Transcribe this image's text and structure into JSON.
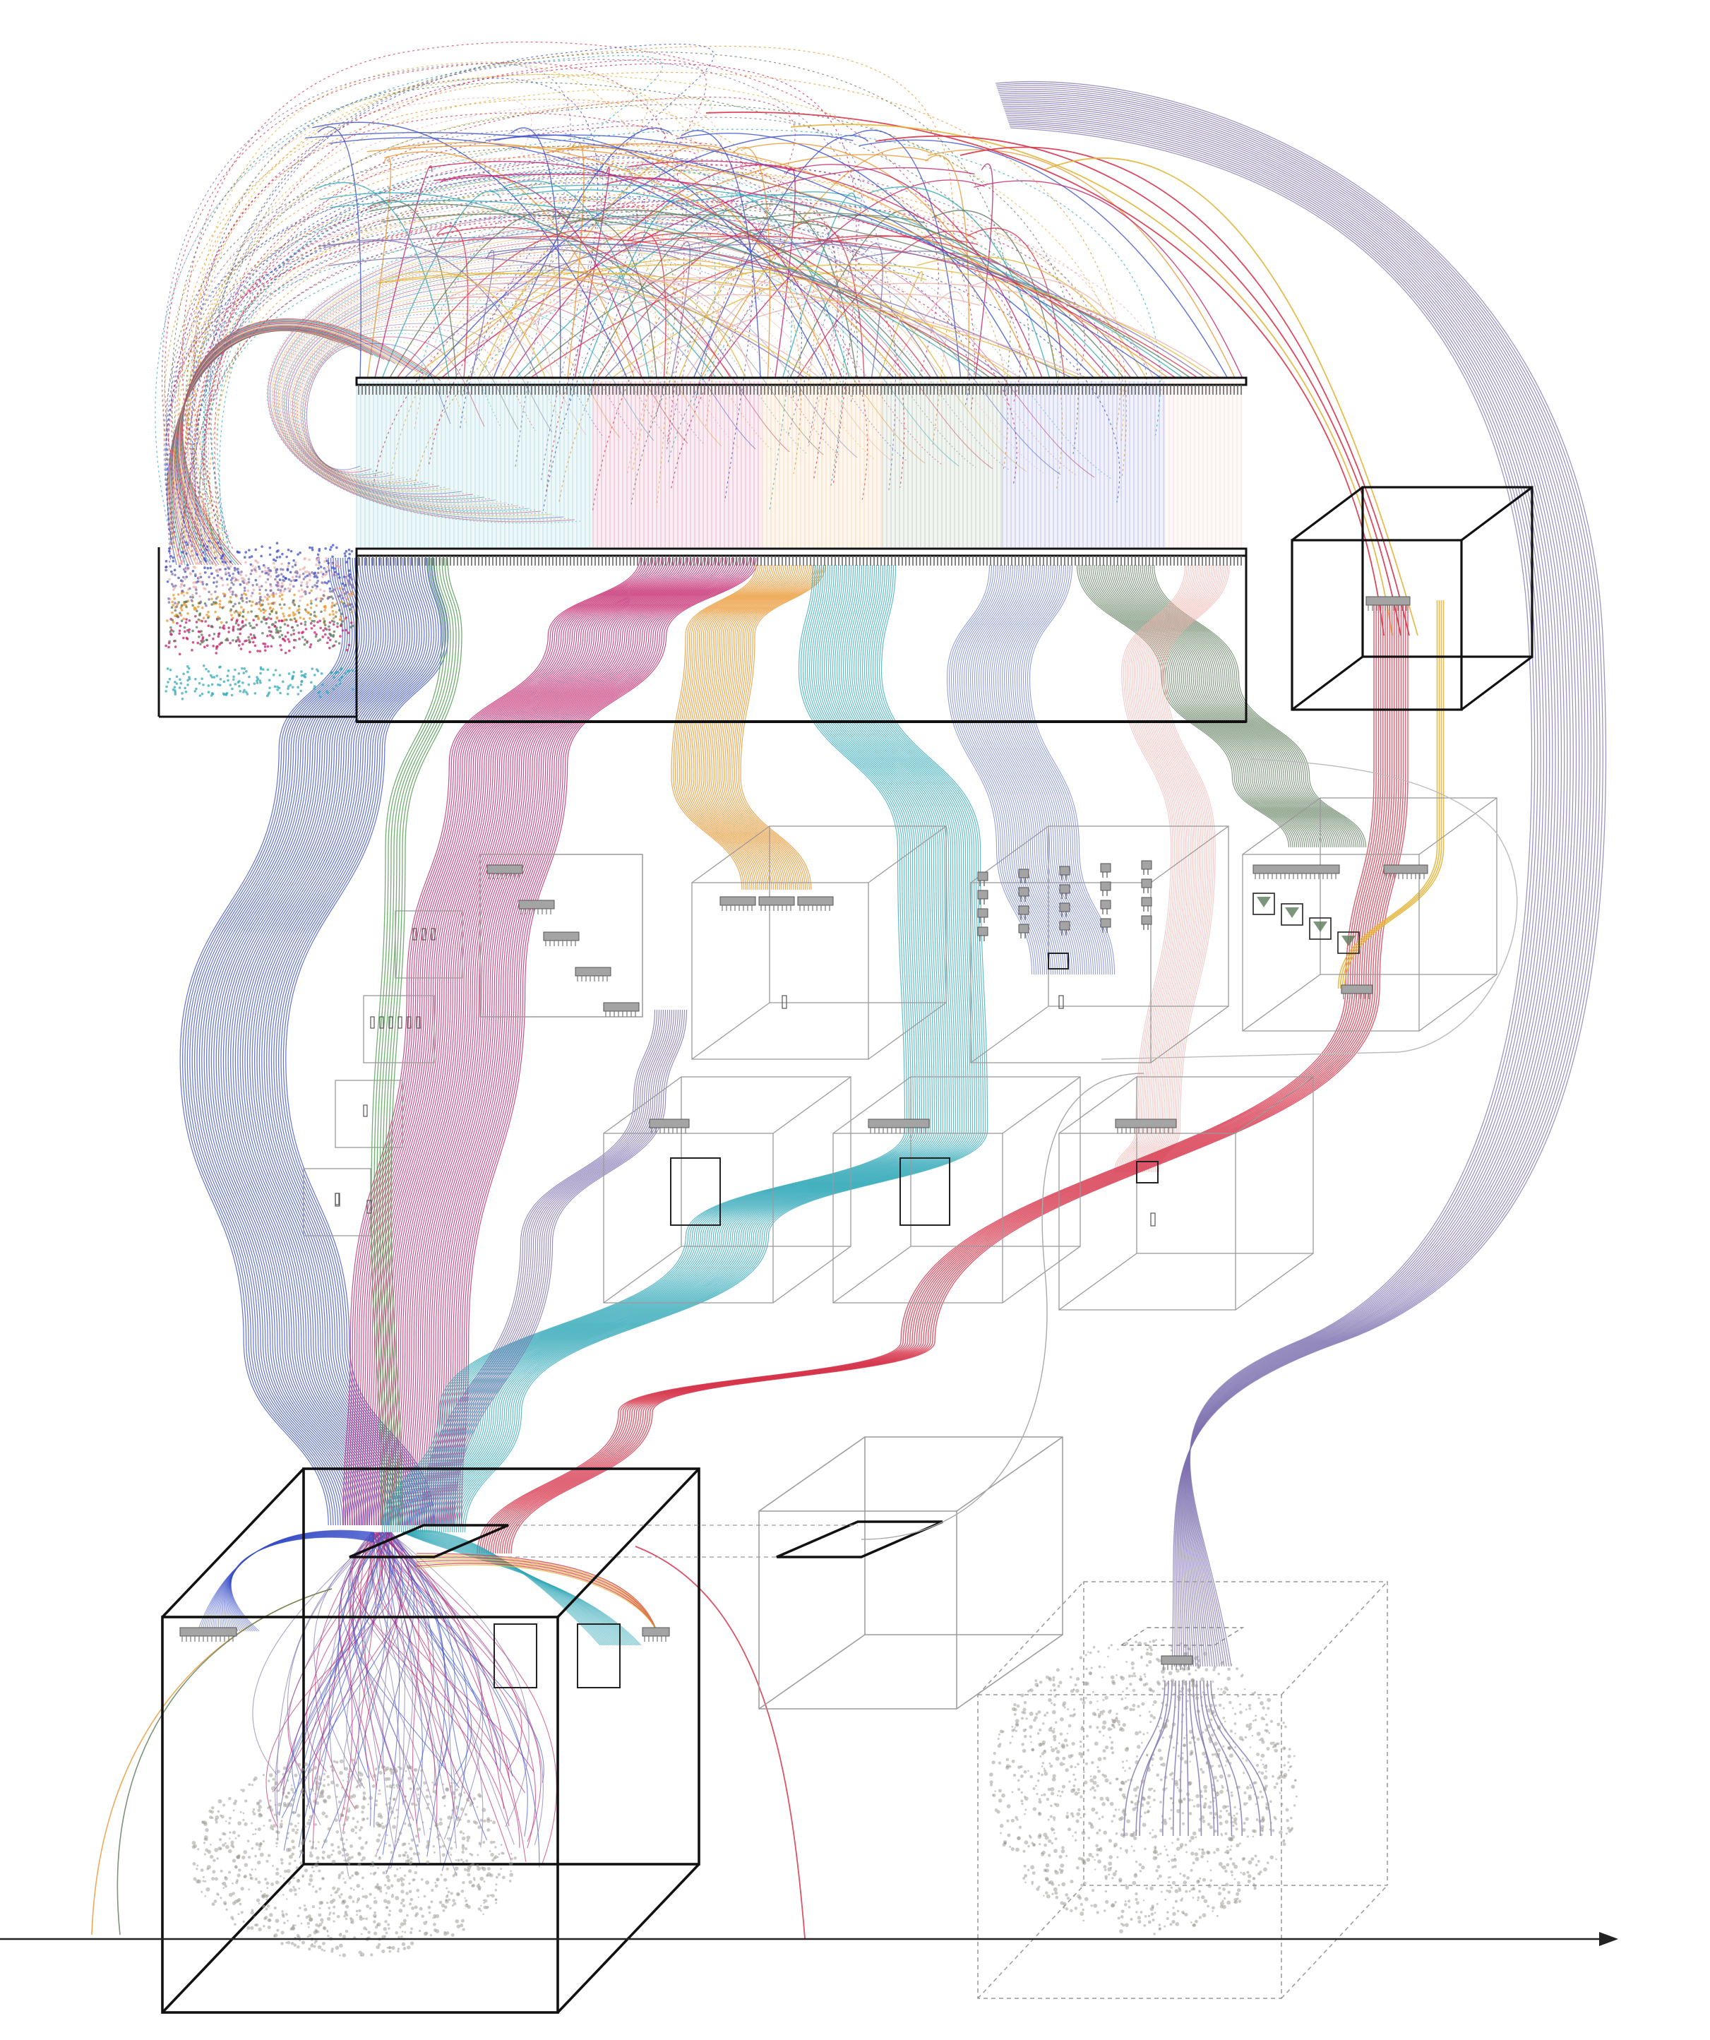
{
  "palette": {
    "blue": "#3b50c9",
    "magenta": "#c2226a",
    "cyan": "#33a9b8",
    "orange": "#e8952e",
    "olive": "#5c7a5a",
    "pink": "#eeb2ad",
    "purple": "#7f72b0",
    "red": "#d6354b",
    "gold": "#e2b53a",
    "green": "#4f9a4f",
    "grey": "#8f8f8f",
    "black": "#111111"
  },
  "figure": {
    "has_text": false,
    "time_axis": {
      "direction": "right",
      "arrow": true
    }
  },
  "regions": {
    "spiral": {
      "icon": "spiral-arc-cluster"
    },
    "scatter_panel": {
      "icon": "point-cloud-legend"
    },
    "top_bar": {
      "icon": "comb-strip"
    },
    "main_bar": {
      "icon": "comb-strip"
    },
    "big_cube_left": {
      "icon": "wire-cube"
    },
    "dashed_cube_right": {
      "icon": "dashed-wire-cube"
    },
    "corner_cube": {
      "icon": "wire-cube"
    }
  },
  "streams": [
    {
      "name": "blue",
      "color_key": "blue"
    },
    {
      "name": "magenta",
      "color_key": "magenta"
    },
    {
      "name": "cyan",
      "color_key": "cyan"
    },
    {
      "name": "orange",
      "color_key": "orange"
    },
    {
      "name": "olive",
      "color_key": "olive"
    },
    {
      "name": "pink",
      "color_key": "pink"
    },
    {
      "name": "purple",
      "color_key": "purple"
    },
    {
      "name": "red",
      "color_key": "red"
    }
  ]
}
